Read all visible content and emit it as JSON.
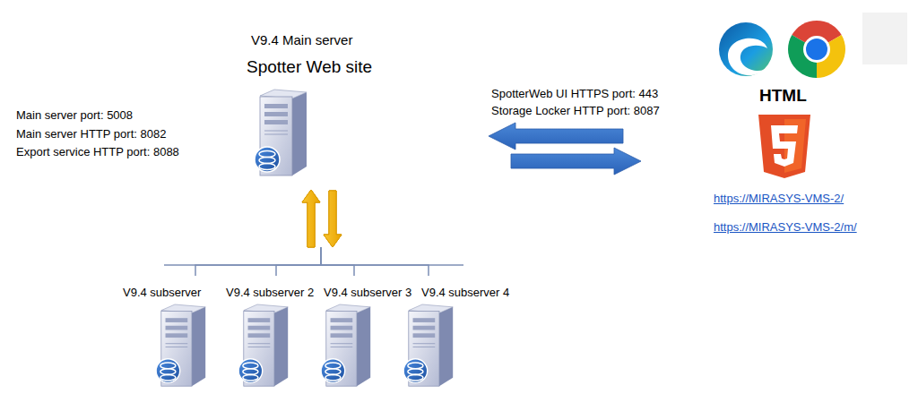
{
  "diagram": {
    "nodes": [
      {
        "text": [
          "V9.4 Main server",
          "Spotter Web site"
        ]
      },
      {
        "text": [
          "https://MIRASYS-VMS-2/",
          "https://MIRASYS-VMS-2/m/"
        ]
      },
      {
        "text": [
          "V9.4 subserver"
        ]
      },
      {
        "text": [
          "V9.4 subserver 2"
        ]
      },
      {
        "text": [
          "V9.4 subserver 3"
        ]
      },
      {
        "text": [
          "V9.4 subserver 4"
        ]
      }
    ],
    "edges": [
      {
        "from": 0,
        "to": 1,
        "arrow": "both"
      },
      {
        "from": 2,
        "to": 0,
        "arrow": "both"
      },
      {
        "from": 3,
        "to": 0,
        "arrow": "both"
      },
      {
        "from": 4,
        "to": 0,
        "arrow": "both"
      },
      {
        "from": 5,
        "to": 0,
        "arrow": "both"
      }
    ],
    "labels": [
      "Main server port: 5008",
      "Main server HTTP port: 8082",
      "Export service HTTP port: 8088",
      "SpotterWeb UI HTTPS port: 443",
      "Storage Locker HTTP port: 8087",
      "HTML"
    ]
  }
}
